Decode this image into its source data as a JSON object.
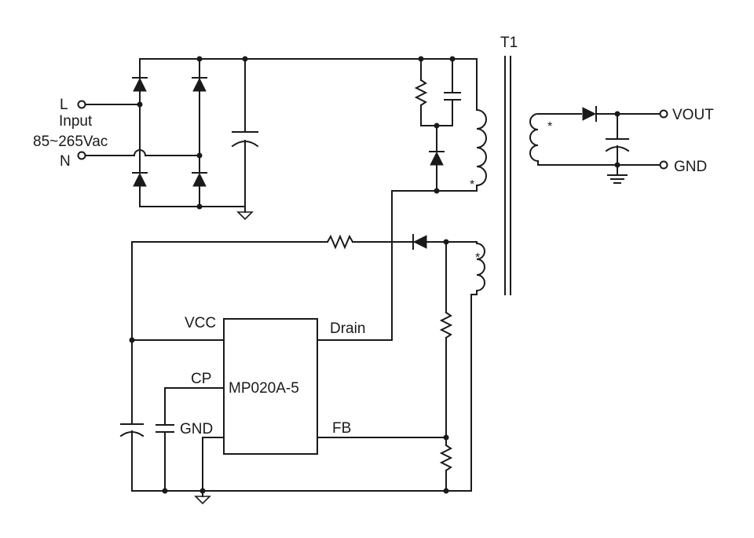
{
  "labels": {
    "L": "L",
    "input": "Input",
    "input_range": "85~265Vac",
    "N": "N",
    "transformer": "T1",
    "vout": "VOUT",
    "gnd_out": "GND",
    "ic_part": "MP020A-5",
    "pin_vcc": "VCC",
    "pin_drain": "Drain",
    "pin_cp": "CP",
    "pin_gnd": "GND",
    "pin_fb": "FB",
    "dot_star": "*"
  }
}
